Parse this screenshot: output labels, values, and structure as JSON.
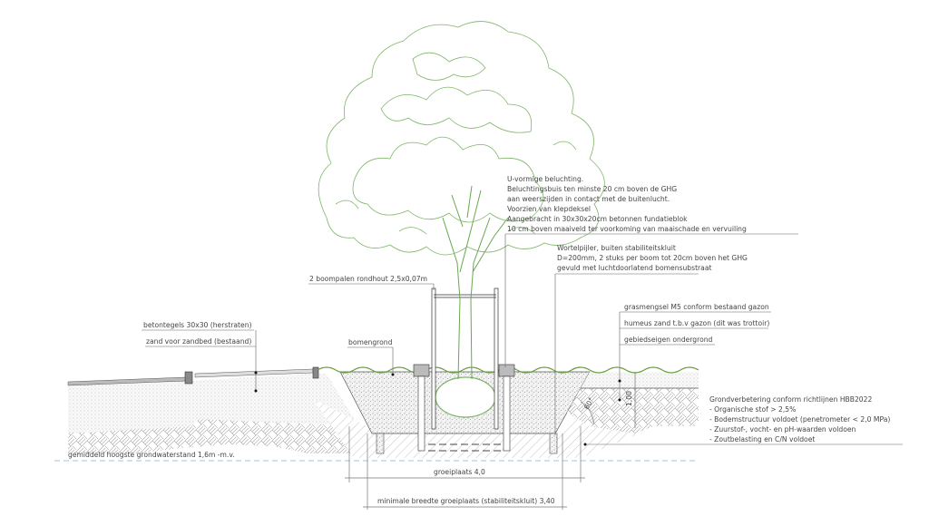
{
  "drawing": {
    "title": "Boomplantplaats doorsnede",
    "colors": {
      "tree": "#7fb56a",
      "grass": "#6a9e3a",
      "water_line": "#9cc7db",
      "text": "#444444",
      "line": "#555555"
    },
    "labels": {
      "aeration": [
        "U-vormige beluchting.",
        "Beluchtingsbuis ten minste 20 cm boven de GHG",
        "aan weerszijden in contact met de buitenlucht.",
        "Voorzien van klepdeksel",
        "Aangebracht in 30x30x20cm  betonnen fundatieblok",
        "10 cm boven maaiveld ter voorkoming van maaischade en vervuiling"
      ],
      "root_pillar": [
        "Wortelpijler, buiten stabiliteitskluit",
        "D=200mm, 2 stuks per boom tot 20cm boven het GHG",
        "gevuld met luchtdoorlatend bomensubstraat"
      ],
      "tree_stakes": "2 boompalen  rondhout 2,5x0,07m",
      "tree_soil": "bomengrond",
      "concrete_tiles": "betontegels 30x30 (herstraten)",
      "sand_bed": "zand voor zandbed (bestaand)",
      "grass_mix": "grasmengsel M5 conform bestaand gazon",
      "humus_sand": "humeus zand t.b.v gazon (dit was trottoir)",
      "native_subsoil": "gebiedseigen ondergrond",
      "soil_improvement": [
        "Grondverbetering conform richtlijnen HBB2022",
        "- Organische stof > 2,5%",
        "- Bodemstructuur voldoet (penetrometer < 2,0 MPa)",
        "- Zuurstof-, vocht- en pH-waarden voldoen",
        "- Zoutbelasting en C/N voldoet"
      ],
      "groundwater": "gemiddeld hoogste grondwaterstand 1,6m -m.v."
    },
    "dimensions": {
      "growth_area": "groeiplaats 4,0",
      "min_width": "minimale breedte groeiplaats (stabiliteitskluit) 3,40",
      "depth": "1,00",
      "slope_angle": "60°"
    }
  }
}
